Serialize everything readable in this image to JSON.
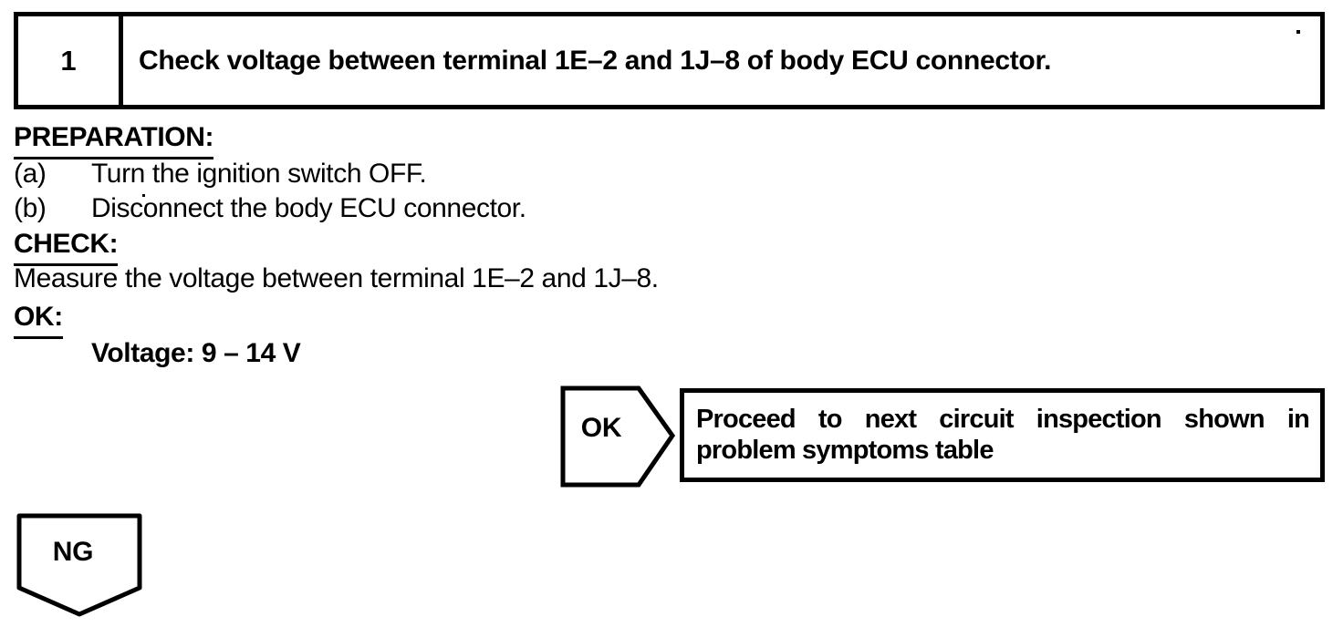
{
  "document": {
    "kind": "diagnostic-procedure-page",
    "paper_color": "#ffffff",
    "ink_color": "#000000"
  },
  "step_header": {
    "number": "1",
    "title": "Check voltage between terminal 1E–2 and 1J–8 of body ECU connector."
  },
  "preparation": {
    "heading": "PREPARATION:",
    "steps": [
      {
        "label": "(a)",
        "text": "Turn the ignition switch OFF."
      },
      {
        "label": "(b)",
        "text": "Disconnect the body ECU connector."
      }
    ]
  },
  "check": {
    "heading": "CHECK:",
    "text": "Measure the voltage between terminal 1E–2 and 1J–8."
  },
  "ok_spec": {
    "heading": "OK:",
    "value": "Voltage: 9 – 14 V"
  },
  "flowchart": {
    "ok_branch": {
      "label": "OK",
      "result_line1": "Proceed to next circuit inspection shown in",
      "result_line2": "problem symptoms table"
    },
    "ng_branch": {
      "label": "NG"
    }
  }
}
